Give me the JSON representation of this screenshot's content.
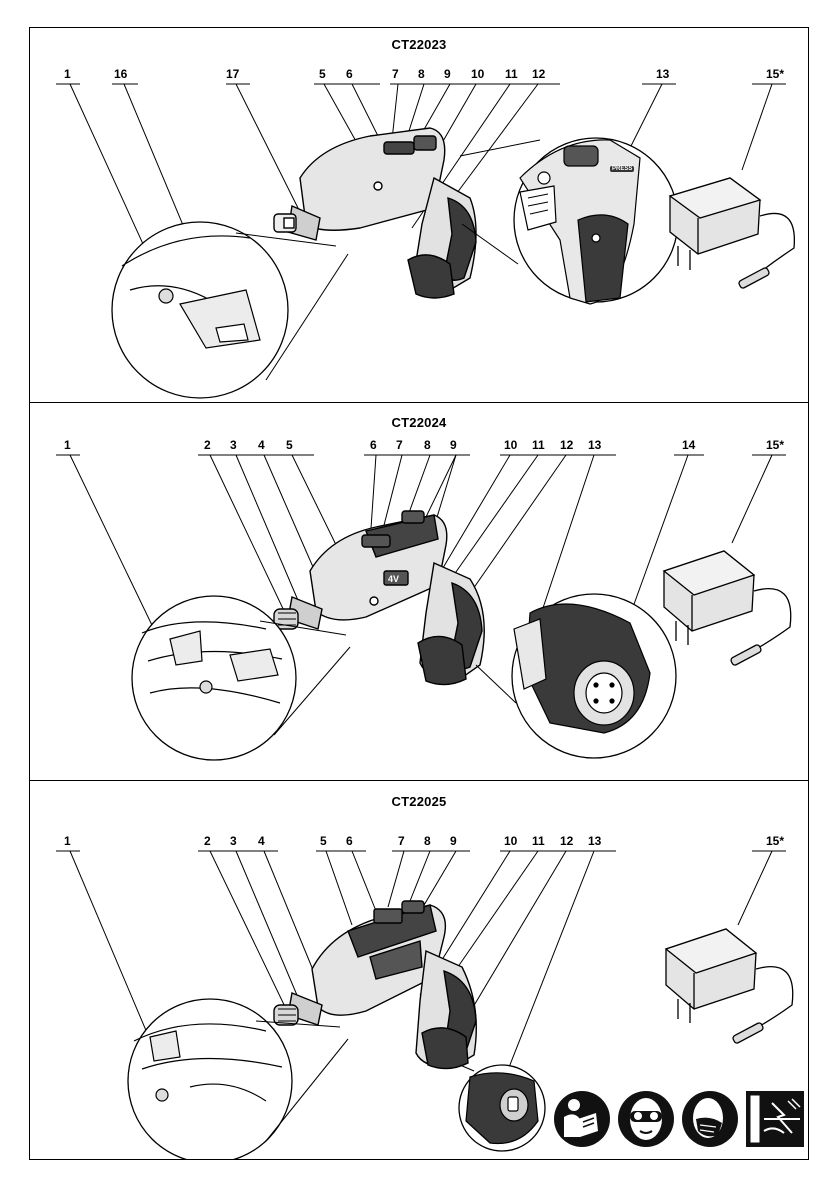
{
  "panels": [
    {
      "model": "CT22023",
      "callouts": [
        "1",
        "16",
        "17",
        "5",
        "6",
        "7",
        "8",
        "9",
        "10",
        "11",
        "12",
        "13",
        "15*"
      ]
    },
    {
      "model": "CT22024",
      "callouts": [
        "1",
        "2",
        "3",
        "4",
        "5",
        "6",
        "7",
        "8",
        "9",
        "10",
        "11",
        "12",
        "13",
        "14",
        "15*"
      ]
    },
    {
      "model": "CT22025",
      "callouts": [
        "1",
        "2",
        "3",
        "4",
        "5",
        "6",
        "7",
        "8",
        "9",
        "10",
        "11",
        "12",
        "13",
        "15*"
      ]
    }
  ],
  "tool_badges": {
    "top": "PRESS",
    "middle": "4V"
  },
  "safety_icons": [
    "read-manual-icon",
    "safety-goggles-icon",
    "dust-mask-icon",
    "hidden-wiring-warning-icon"
  ]
}
